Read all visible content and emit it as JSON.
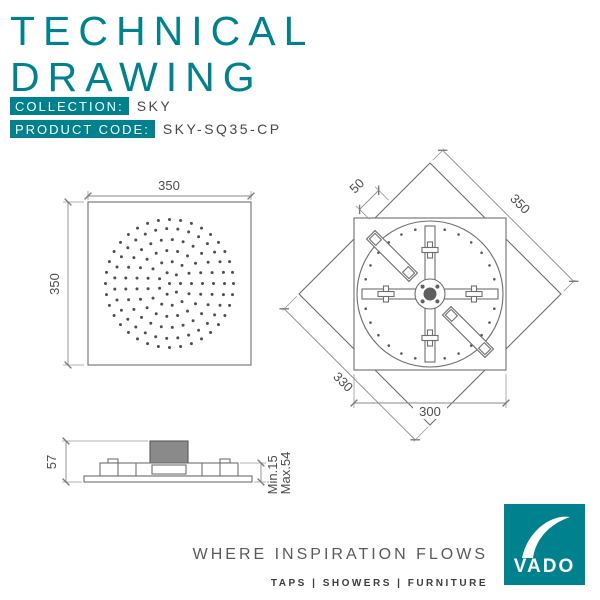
{
  "header": {
    "title_line1": "TECHNICAL",
    "title_line2": "DRAWING",
    "collection_label": "COLLECTION:",
    "collection_value": "SKY",
    "product_code_label": "PRODUCT CODE:",
    "product_code_value": "SKY-SQ35-CP"
  },
  "dims": {
    "front_width": "350",
    "front_height": "350",
    "back_edge": "350",
    "back_corner": "50",
    "back_lower_edge": "330",
    "back_inner_width": "300",
    "side_height": "57",
    "side_min": "Min.15",
    "side_max": "Max.54"
  },
  "footer": {
    "tagline": "WHERE INSPIRATION FLOWS",
    "categories": "TAPS | SHOWERS | FURNITURE",
    "logo_text": "VADO"
  },
  "colors": {
    "teal": "#00818E",
    "text_dark": "#3D3D3D",
    "line_gray": "#6E6E6E"
  }
}
